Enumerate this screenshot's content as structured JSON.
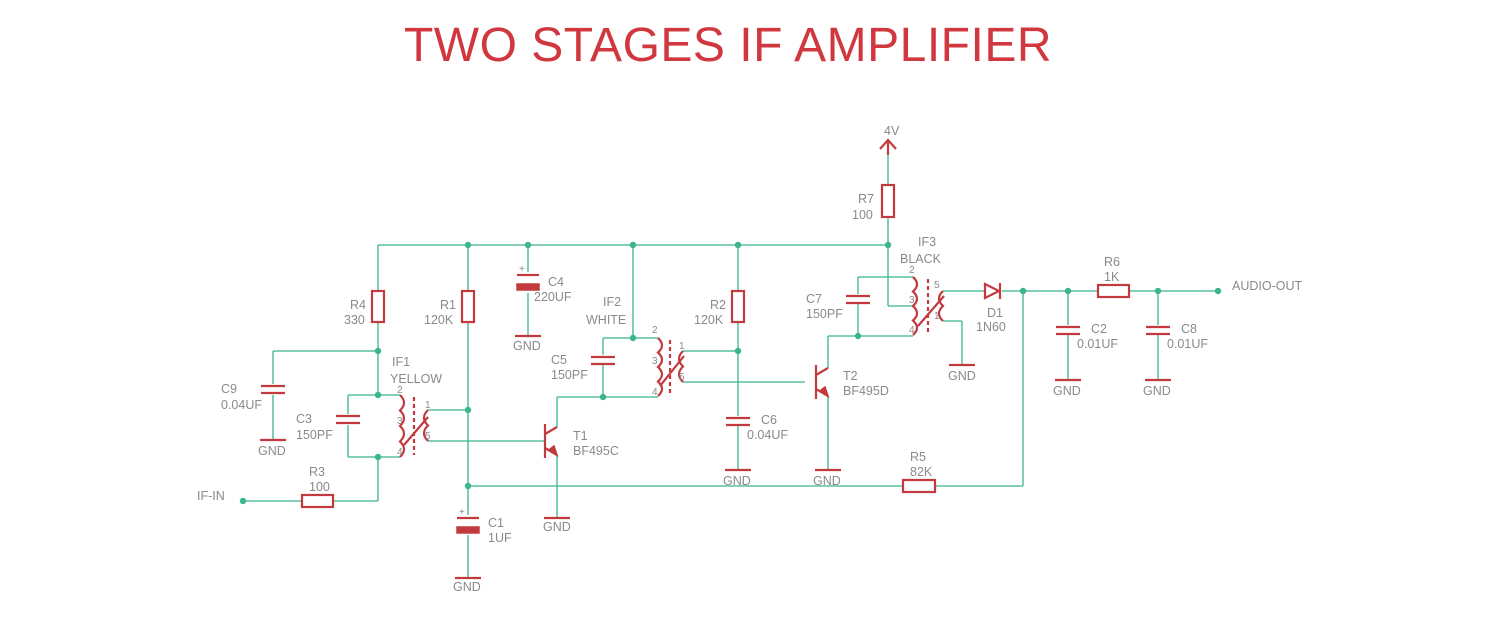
{
  "title": "TWO STAGES IF AMPLIFIER",
  "colors": {
    "title": "#d0373e",
    "symbol": "#c23a3e",
    "wire": "#3ab58c",
    "label": "#8a8a8a"
  },
  "supply": {
    "label": "4V"
  },
  "ports": {
    "in": "IF-IN",
    "out": "AUDIO-OUT"
  },
  "gnd": "GND",
  "components": {
    "R1": {
      "name": "R1",
      "value": "120K"
    },
    "R2": {
      "name": "R2",
      "value": "120K"
    },
    "R3": {
      "name": "R3",
      "value": "100"
    },
    "R4": {
      "name": "R4",
      "value": "330"
    },
    "R5": {
      "name": "R5",
      "value": "82K"
    },
    "R6": {
      "name": "R6",
      "value": "1K"
    },
    "R7": {
      "name": "R7",
      "value": "100"
    },
    "C1": {
      "name": "C1",
      "value": "1UF"
    },
    "C2": {
      "name": "C2",
      "value": "0.01UF"
    },
    "C3": {
      "name": "C3",
      "value": "150PF"
    },
    "C4": {
      "name": "C4",
      "value": "220UF"
    },
    "C5": {
      "name": "C5",
      "value": "150PF"
    },
    "C6": {
      "name": "C6",
      "value": "0.04UF"
    },
    "C7": {
      "name": "C7",
      "value": "150PF"
    },
    "C8": {
      "name": "C8",
      "value": "0.01UF"
    },
    "C9": {
      "name": "C9",
      "value": "0.04UF"
    },
    "T1": {
      "name": "T1",
      "value": "BF495C"
    },
    "T2": {
      "name": "T2",
      "value": "BF495D"
    },
    "D1": {
      "name": "D1",
      "value": "1N60"
    },
    "IF1": {
      "name": "IF1",
      "value": "YELLOW"
    },
    "IF2": {
      "name": "IF2",
      "value": "WHITE"
    },
    "IF3": {
      "name": "IF3",
      "value": "BLACK"
    }
  },
  "pins": {
    "p1": "1",
    "p2": "2",
    "p3": "3",
    "p4": "4",
    "p5": "5"
  }
}
